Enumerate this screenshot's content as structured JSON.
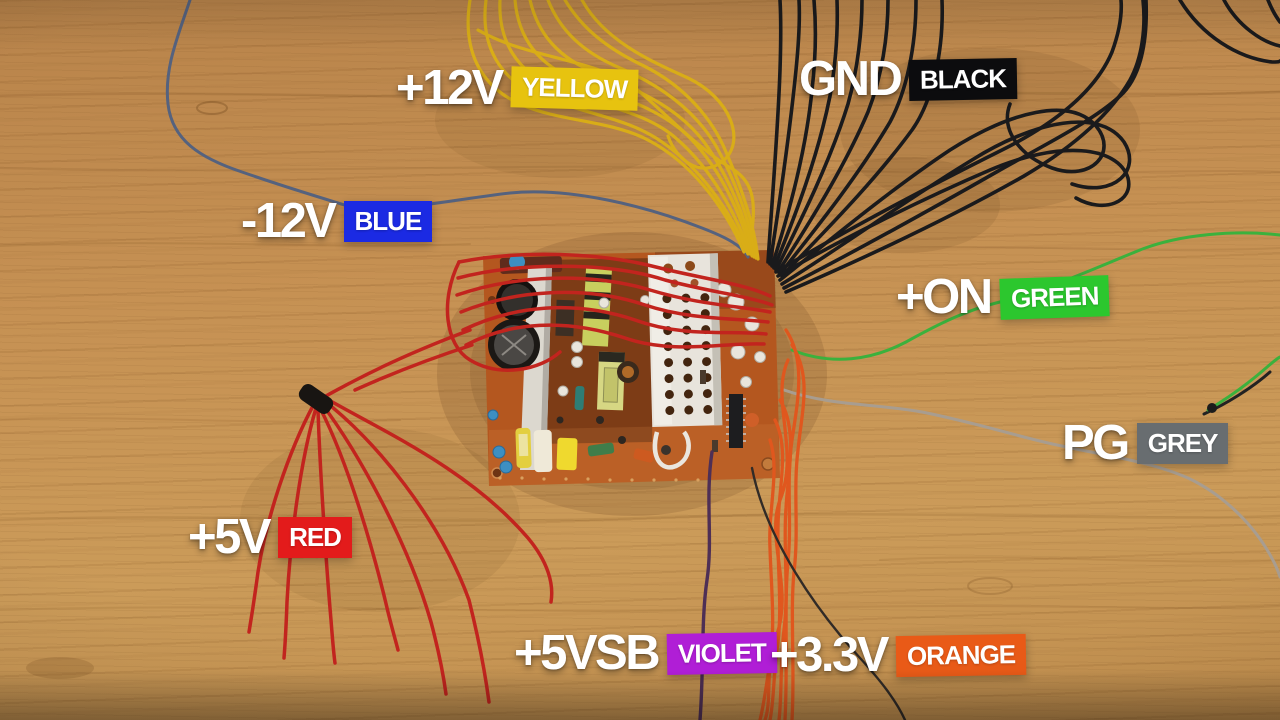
{
  "labels": [
    {
      "id": "plus12v",
      "value": "+12V",
      "color_name": "YELLOW",
      "badge_color": "#e7c30f",
      "wire_color": "#d9ad17"
    },
    {
      "id": "gnd",
      "value": "GND",
      "color_name": "BLACK",
      "badge_color": "#0c0c0e",
      "wire_color": "#1a1a1c"
    },
    {
      "id": "minus12v",
      "value": "-12V",
      "color_name": "BLUE",
      "badge_color": "#1b2ae3",
      "wire_color": "#55627e"
    },
    {
      "id": "on",
      "value": "+ON",
      "color_name": "GREEN",
      "badge_color": "#2cc72e",
      "wire_color": "#3bb13d"
    },
    {
      "id": "pg",
      "value": "PG",
      "color_name": "GREY",
      "badge_color": "#686d70",
      "wire_color": "#a89d90"
    },
    {
      "id": "plus5v",
      "value": "+5V",
      "color_name": "RED",
      "badge_color": "#e31b1b",
      "wire_color": "#c2241e"
    },
    {
      "id": "plus5vsb",
      "value": "+5VSB",
      "color_name": "VIOLET",
      "badge_color": "#b01ed6",
      "wire_color": "#4e2f55"
    },
    {
      "id": "plus3_3v",
      "value": "+3.3V",
      "color_name": "ORANGE",
      "badge_color": "#e95a17",
      "wire_color": "#e0571e"
    }
  ],
  "board": {
    "pcb_color": "#b4571f",
    "heatsink_color": "#e8e4dc"
  }
}
